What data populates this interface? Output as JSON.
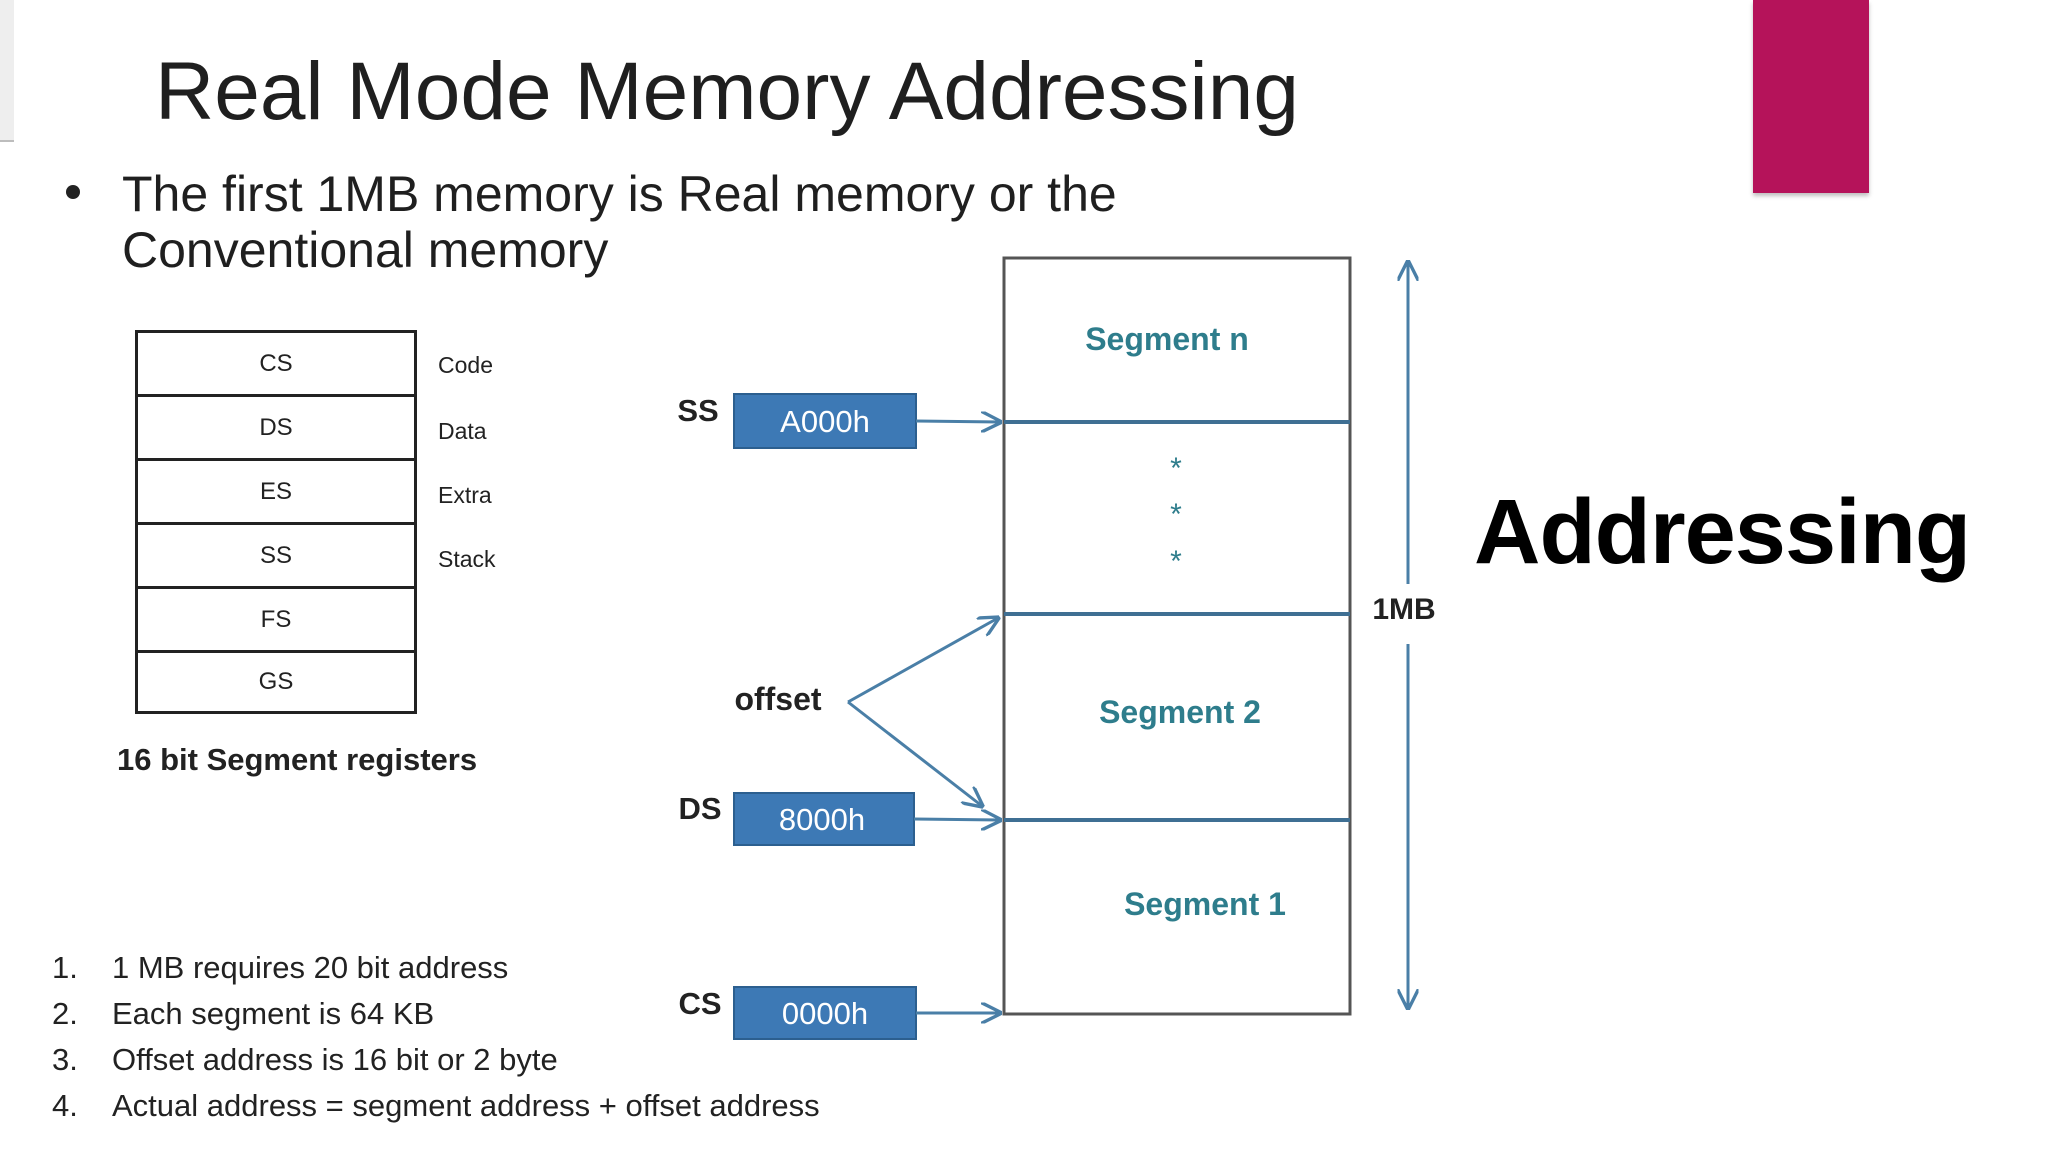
{
  "slide": {
    "title": "Real Mode Memory Addressing",
    "bullet": "The first 1MB memory is Real memory or the Conventional memory",
    "side_word": "Addressing"
  },
  "colors": {
    "accent": "#b5135a",
    "diagram_line": "#4a7fa7",
    "register_box": "#3d79b5",
    "segment_text": "#2e7d8c"
  },
  "segment_registers": {
    "rows": [
      {
        "reg": "CS",
        "label": "Code"
      },
      {
        "reg": "DS",
        "label": "Data"
      },
      {
        "reg": "ES",
        "label": "Extra"
      },
      {
        "reg": "SS",
        "label": "Stack"
      },
      {
        "reg": "FS",
        "label": ""
      },
      {
        "reg": "GS",
        "label": ""
      }
    ],
    "caption": "16 bit Segment registers"
  },
  "memory_map": {
    "segments": [
      "Segment n",
      "*",
      "*",
      "*",
      "Segment 2",
      "Segment 1"
    ],
    "size_label": "1MB",
    "offset_label": "offset",
    "registers": [
      {
        "name": "SS",
        "value": "A000h"
      },
      {
        "name": "DS",
        "value": "8000h"
      },
      {
        "name": "CS",
        "value": "0000h"
      }
    ]
  },
  "notes": [
    {
      "n": "1.",
      "text": "1 MB requires 20 bit address"
    },
    {
      "n": "2.",
      "text": "Each segment is 64 KB"
    },
    {
      "n": "3.",
      "text": "Offset address is 16 bit or 2 byte"
    },
    {
      "n": "4.",
      "text": "Actual address = segment address + offset address"
    }
  ]
}
